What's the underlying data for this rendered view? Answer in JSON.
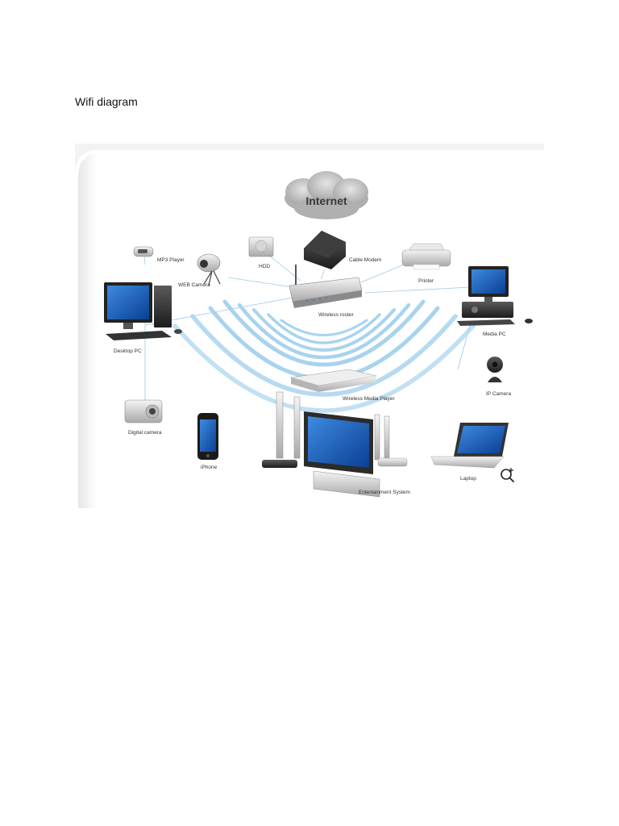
{
  "document": {
    "title": "Wifi diagram"
  },
  "diagram": {
    "cloud": "Internet",
    "devices": {
      "mp3_player": "MP3 Player",
      "web_camera": "WEB Camera",
      "hdd": "HDD",
      "cable_modem": "Cable Modem",
      "printer": "Printer",
      "wireless_router": "Wireless router",
      "desktop_pc": "Desktop PC",
      "media_pc": "Media PC",
      "ip_camera": "IP Camera",
      "wireless_media_player": "Wireless Media Player",
      "digital_camera": "Digital camera",
      "iphone": "iPhone",
      "entertainment_system": "Entertainment System",
      "laptop": "Laptop"
    },
    "icons": [
      "zoom-in-icon"
    ]
  }
}
